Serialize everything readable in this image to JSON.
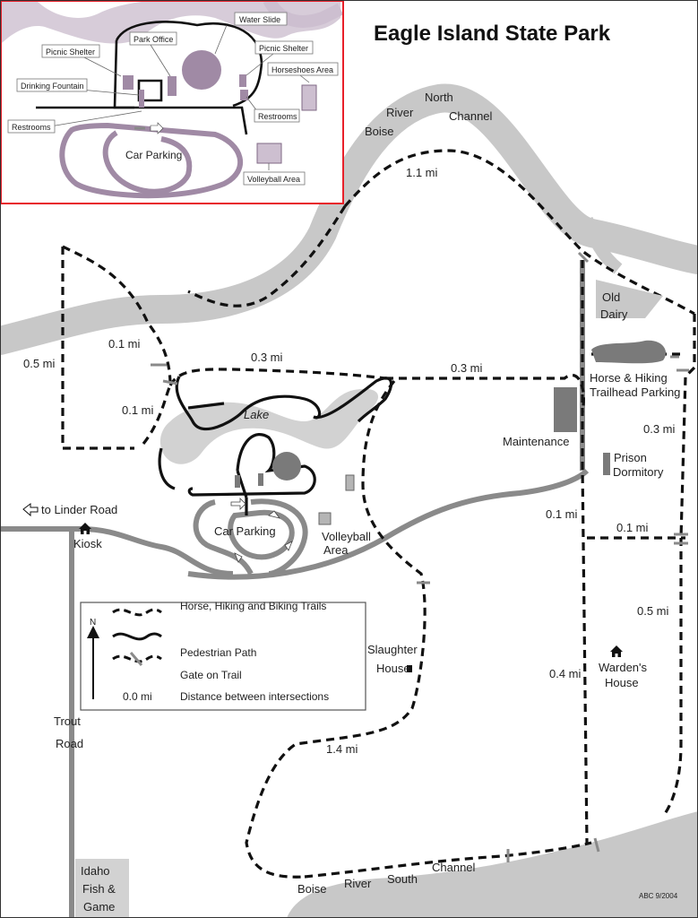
{
  "title": "Eagle Island State Park",
  "credit": "ABC 9/2004",
  "inset": {
    "labels": {
      "water_slide": "Water Slide",
      "park_office": "Park Office",
      "picnic_shelter_left": "Picnic Shelter",
      "picnic_shelter_right": "Picnic Shelter",
      "horseshoes": "Horseshoes Area",
      "drinking_fountain": "Drinking Fountain",
      "restrooms_left": "Restrooms",
      "restrooms_right": "Restrooms",
      "car_parking": "Car Parking",
      "volleyball": "Volleyball Area"
    }
  },
  "rivers": {
    "north1": "North",
    "north2": "Channel",
    "river": "River",
    "boise": "Boise",
    "south_boise": "Boise",
    "south_river": "River",
    "south_south": "South",
    "south_channel": "Channel"
  },
  "places": {
    "old1": "Old",
    "old2": "Dairy",
    "trailhead1": "Horse & Hiking",
    "trailhead2": "Trailhead Parking",
    "maintenance": "Maintenance",
    "prison1": "Prison",
    "prison2": "Dormitory",
    "lake": "Lake",
    "car_parking": "Car Parking",
    "volleyball1": "Volleyball",
    "volleyball2": "Area",
    "linder": "to Linder Road",
    "kiosk": "Kiosk",
    "slaughter1": "Slaughter",
    "slaughter2": "House",
    "warden1": "Warden's",
    "warden2": "House",
    "trout1": "Trout",
    "trout2": "Road",
    "idaho1": "Idaho",
    "idaho2": "Fish &",
    "idaho3": "Game"
  },
  "distances": {
    "d_1_1": "1.1 mi",
    "d_0_1_a": "0.1 mi",
    "d_0_5_w": "0.5 mi",
    "d_0_3_a": "0.3 mi",
    "d_0_3_b": "0.3 mi",
    "d_0_1_b": "0.1 mi",
    "d_0_3_e": "0.3 mi",
    "d_0_1_c": "0.1 mi",
    "d_0_1_d": "0.1 mi",
    "d_0_5_e": "0.5 mi",
    "d_0_4": "0.4 mi",
    "d_1_4": "1.4 mi"
  },
  "legend": {
    "north": "N",
    "trails": "Horse, Hiking and Biking Trails",
    "pedestrian": "Pedestrian Path",
    "gate": "Gate on Trail",
    "dist_sample": "0.0 mi",
    "dist_desc": "Distance between intersections"
  },
  "colors": {
    "river": "#c8c8c8",
    "inset_river": "#cdbfd0",
    "inset_feature": "#a08aa5",
    "inset_border": "#e8202a",
    "road": "#8a8a8a",
    "building": "#7a7a7a"
  }
}
